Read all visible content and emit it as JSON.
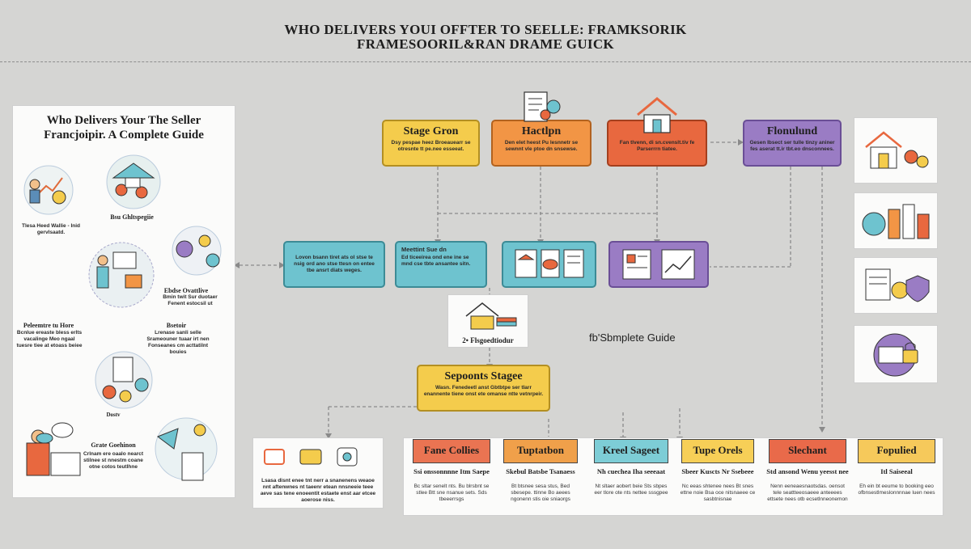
{
  "header": {
    "line1": "WHO DELIVERS YOUI OFFTER TO SEELLE: FRAMKSORIK",
    "line2": "FRAMESOORIL&RAN DRAME GUICK"
  },
  "left_panel": {
    "title1": "Who Delivers Your The Seller",
    "title2": "Francjoipir. A Complete Guide",
    "labels": {
      "top_right": "Bsu Ghltspegiie",
      "mid_left": "Tlesa Heed Wallie ‐ Inid gervlsaatd.",
      "mid_right_h": "Ebdse Ovattlive",
      "mid_right": "Bmin twit Sur duotaer Fenent estocsil ut",
      "left_h": "Peleemtre tu Hore",
      "left": "Bcnlue ereaste bless erlts vacalinge Meo ngaal tuesre tiee at etoass beiee",
      "right_h": "Bsetoir",
      "right": "Lrenase sanli selle Srameouner tuaar irt nen Fonseanes cm acttatilnt bouies",
      "bottom": "Dostv",
      "bottom_h": "Grate Goehinon",
      "bottom_text": "Crlnam ere oaalo nearct stilnee st nnestm coane otne cotos teutlhne"
    }
  },
  "stages_top": [
    {
      "title": "Stage Gron",
      "text": "Dsy pespae heez Broeauearr se otresnte tt pe.nee esseeat."
    },
    {
      "title": "Hactlpn",
      "text": "Den elet heest Pu lesnnetr se sewnnt vle ptoe dn snsewse."
    },
    {
      "title": "",
      "text": "Fan tlvenn, di sn.cvenslt.tiv fe Parserrrn tiatee."
    },
    {
      "title": "Flonulund",
      "text": "Gesen Ibsect ser tulle tinzy aniner fes aserat tt.ir tbt.eo dnsconnees."
    }
  ],
  "stages_mid": [
    {
      "text": "Lovon bsann tiret ats ol stse te nsig ord ano stse ttesn on entee tbe ansrt diats weges."
    },
    {
      "title": "Meettint Sue dn",
      "text": "Ed ticeeirea ond ene ine se mnd cse tbte ansantee sitn."
    }
  ],
  "center": {
    "flow_label": "2• Flsgoedtiodur",
    "side_text": "fb'Sbmplete Guide",
    "stage_title": "Sepoonts Stagee",
    "stage_text": "Wasn. Fenedeetl anst Gbtbtpe ser tlarr enannente tiene onst ete omanse ntte vetnrpeir."
  },
  "bottom_left": {
    "text": "Lsasa disnt enee tnt nerr a snanenens weaoe nnt aftenwnes nt taeenr etean nnsneeie teee aeve sas tene enoeentit estaete enst aar etcee aoerose niss."
  },
  "columns": [
    {
      "tag": "Fane Collies",
      "head": "Ssi onssonnnne Itm Saepe",
      "text": "Bc sltar senelt nts. Bu blrsbnt se stlee Btt sne nsanue sets. Sds tbeeerrsgs"
    },
    {
      "tag": "Tuptatbon",
      "head": "Skebul Batsbe Tsanaess",
      "text": "Bt btsnee sesa stus, Bed sbesepe. ttinne Bo aeees ngonenn stis oie sniaorgs"
    },
    {
      "tag": "Kreel Sageet",
      "head": "Nh cuechea Iha seeeaat",
      "text": "Nt sltaer aobert beie Sts sbpes eer tlore ote nts nettee sssgpee"
    },
    {
      "tag": "Tupe Orels",
      "head": "Sbeer Kuscts Nr Ssebeee",
      "text": "Nc eeas shtenee nees Bt snes ettne noie Bsa oce nitsnaeee ce sasbtnisnae"
    },
    {
      "tag": "Slechant",
      "head": "Std ansond Wenu yeesst nee",
      "text": "Nenn eeneaesnaotsdas. oensot tele seattteeosaeee anteeees ettsete nees otb ecsetlnneonemon"
    },
    {
      "tag": "Fopulied",
      "head": "Itl Saiseeal",
      "text": "Eh ein bt eeume to booking eeo ofbnsestlmeslonnnnae luen nees"
    }
  ],
  "colors": {
    "yellow": "#f4cc4c",
    "orange": "#f29545",
    "red_orange": "#e8683f",
    "purple": "#9a7cc4",
    "teal": "#6ec3cf",
    "tag_red": "#ea7452",
    "tag_orange": "#f0a04a",
    "tag_teal": "#7dcdd6",
    "tag_yellow": "#f7cf57",
    "tag_red2": "#e96a4a",
    "tag_yellow2": "#f6c95b"
  }
}
